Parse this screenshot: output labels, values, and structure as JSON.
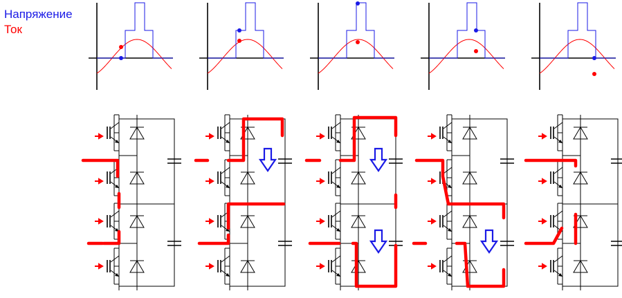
{
  "legend": {
    "voltage_label": "Напряжение",
    "current_label": "Ток"
  },
  "colors": {
    "voltage": "#1a1ae6",
    "current": "#ff0000",
    "circuit": "#000000",
    "arrow": "#1a1ae6"
  },
  "panels": [
    {
      "index": 1,
      "voltage_level": 0,
      "current_level": "rising"
    },
    {
      "index": 2,
      "voltage_level": 1,
      "current_level": "peak"
    },
    {
      "index": 3,
      "voltage_level": 2,
      "current_level": "peak"
    },
    {
      "index": 4,
      "voltage_level": 1,
      "current_level": "falling"
    },
    {
      "index": 5,
      "voltage_level": 0,
      "current_level": "negative"
    }
  ]
}
